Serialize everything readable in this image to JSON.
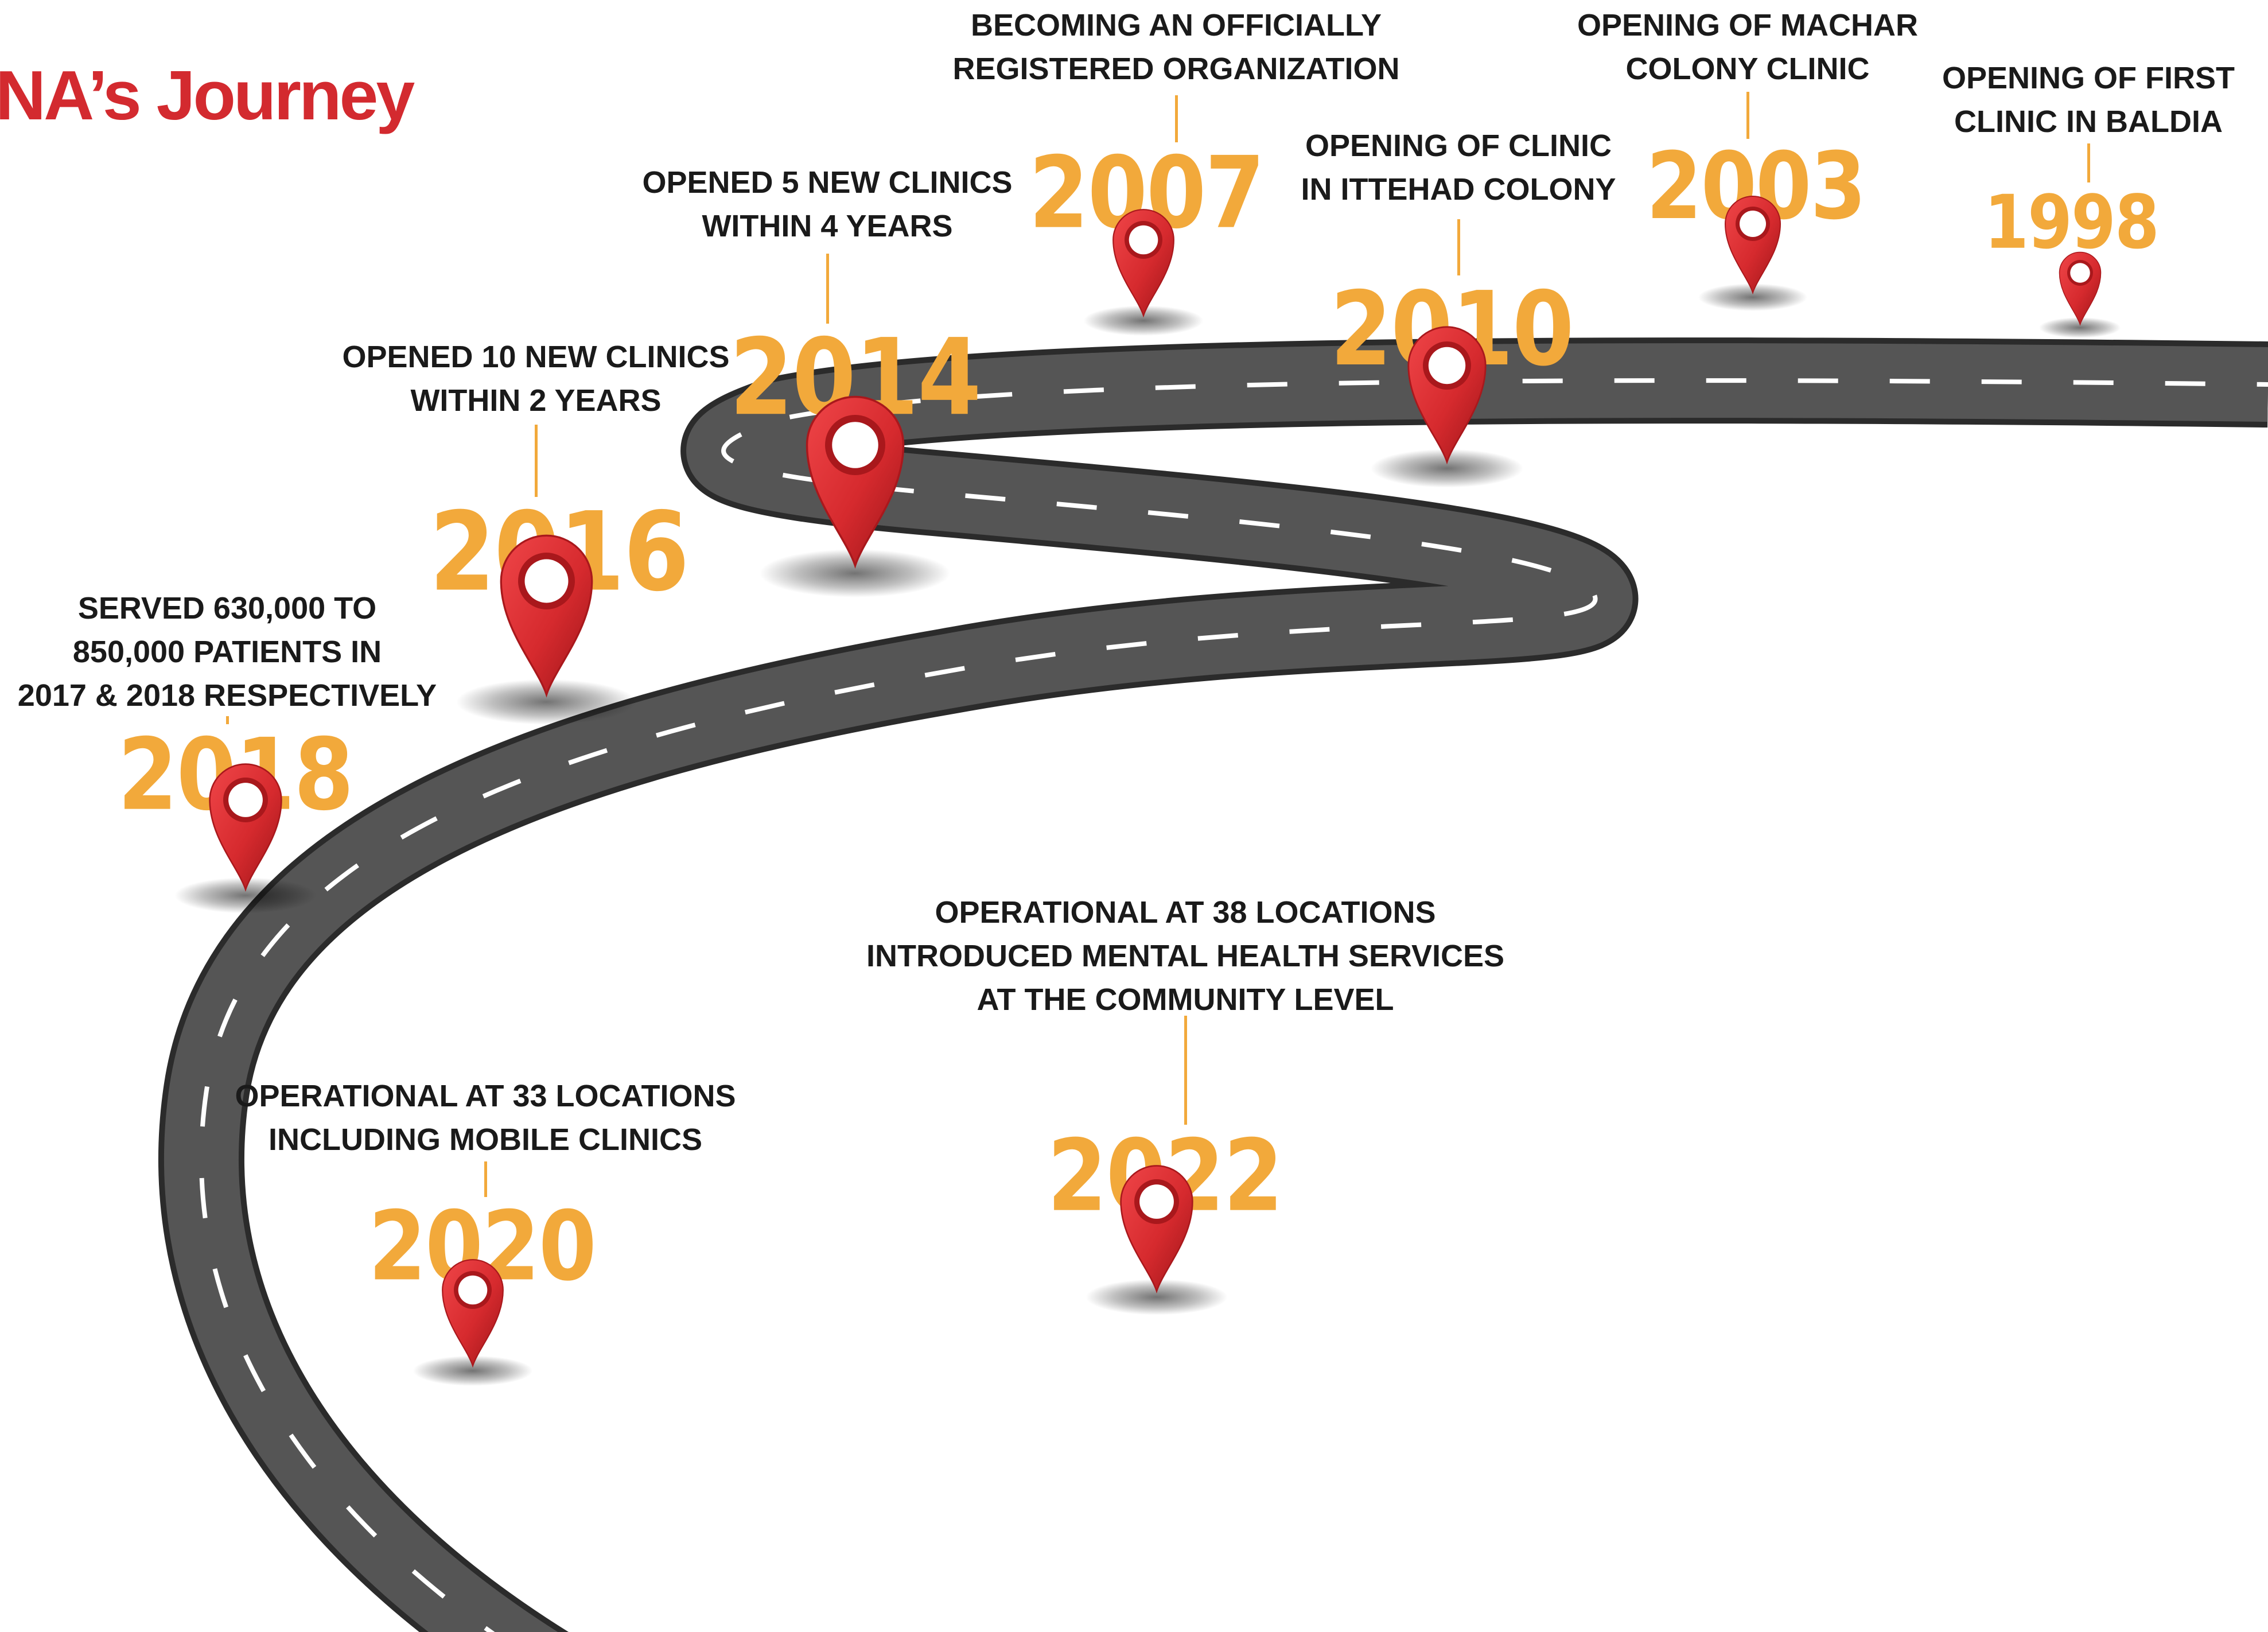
{
  "title": "NA’s Journey",
  "colors": {
    "title": "#d32a2f",
    "year": "#f2a93b",
    "text": "#1a1a1a",
    "road": "#555555",
    "road_edge": "#2b2b2b",
    "dash": "#ffffff",
    "pin": "#d62a2e",
    "pin_dark": "#a9181c",
    "connector": "#f2a93b"
  },
  "icons": {
    "pin": "map-pin-icon"
  },
  "milestones": [
    {
      "year": "1998",
      "lines": [
        "OPENING OF FIRST",
        "CLINIC IN BALDIA"
      ]
    },
    {
      "year": "2003",
      "lines": [
        "OPENING OF MACHAR",
        "COLONY CLINIC"
      ]
    },
    {
      "year": "2007",
      "lines": [
        "BECOMING AN OFFICIALLY",
        "REGISTERED ORGANIZATION"
      ]
    },
    {
      "year": "2010",
      "lines": [
        "OPENING OF CLINIC",
        "IN ITTEHAD COLONY"
      ]
    },
    {
      "year": "2014",
      "lines": [
        "OPENED 5 NEW CLINICS",
        "WITHIN 4 YEARS"
      ]
    },
    {
      "year": "2016",
      "lines": [
        "OPENED 10 NEW CLINICS",
        "WITHIN 2 YEARS"
      ]
    },
    {
      "year": "2018",
      "lines": [
        "SERVED 630,000 TO",
        "850,000 PATIENTS IN",
        "2017 & 2018 RESPECTIVELY"
      ]
    },
    {
      "year": "2020",
      "lines": [
        "OPERATIONAL AT 33 LOCATIONS",
        "INCLUDING MOBILE CLINICS"
      ]
    },
    {
      "year": "2022",
      "lines": [
        "OPERATIONAL AT 38 LOCATIONS",
        "INTRODUCED MENTAL HEALTH SERVICES",
        "AT THE COMMUNITY LEVEL"
      ]
    }
  ]
}
